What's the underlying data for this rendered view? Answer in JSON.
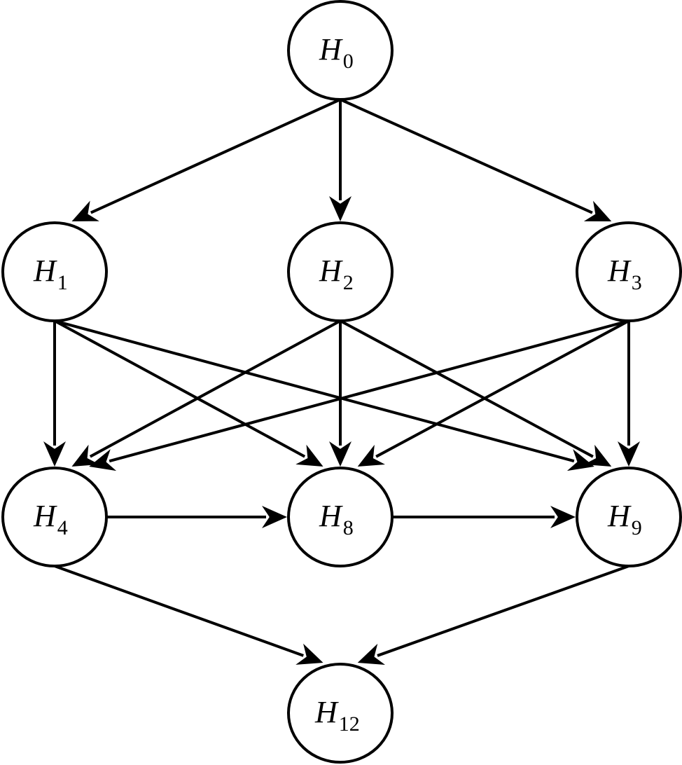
{
  "diagram": {
    "nodes": [
      {
        "id": "H0",
        "letter": "H",
        "sub": "0"
      },
      {
        "id": "H1",
        "letter": "H",
        "sub": "1"
      },
      {
        "id": "H2",
        "letter": "H",
        "sub": "2"
      },
      {
        "id": "H3",
        "letter": "H",
        "sub": "3"
      },
      {
        "id": "H4",
        "letter": "H",
        "sub": "4"
      },
      {
        "id": "H8",
        "letter": "H",
        "sub": "8"
      },
      {
        "id": "H9",
        "letter": "H",
        "sub": "9"
      },
      {
        "id": "H12",
        "letter": "H",
        "sub": "12"
      }
    ],
    "edges": [
      [
        "H0",
        "H1"
      ],
      [
        "H0",
        "H2"
      ],
      [
        "H0",
        "H3"
      ],
      [
        "H1",
        "H4"
      ],
      [
        "H1",
        "H8"
      ],
      [
        "H1",
        "H9"
      ],
      [
        "H2",
        "H4"
      ],
      [
        "H2",
        "H8"
      ],
      [
        "H2",
        "H9"
      ],
      [
        "H3",
        "H4"
      ],
      [
        "H3",
        "H8"
      ],
      [
        "H3",
        "H9"
      ],
      [
        "H4",
        "H8"
      ],
      [
        "H8",
        "H9"
      ],
      [
        "H4",
        "H12"
      ],
      [
        "H9",
        "H12"
      ]
    ],
    "colors": {
      "stroke": "#000000",
      "fill": "#ffffff"
    }
  }
}
